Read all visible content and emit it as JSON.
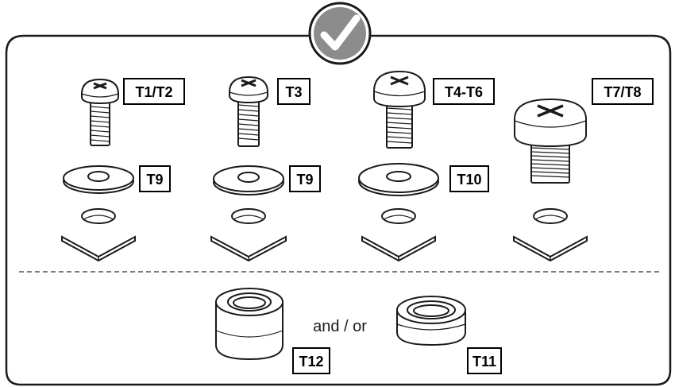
{
  "badge": {
    "icon": "checkmark-icon",
    "glyph": "✓",
    "fill_color": "#8c8c8c"
  },
  "hardware_sets": [
    {
      "screw_label": "T1/T2",
      "washer_label": "T9"
    },
    {
      "screw_label": "T3",
      "washer_label": "T9"
    },
    {
      "screw_label": "T4-T6",
      "washer_label": "T10"
    },
    {
      "screw_label": "T7/T8",
      "washer_label": ""
    }
  ],
  "spacers": {
    "large_label": "T12",
    "connector_text": "and / or",
    "small_label": "T11"
  }
}
